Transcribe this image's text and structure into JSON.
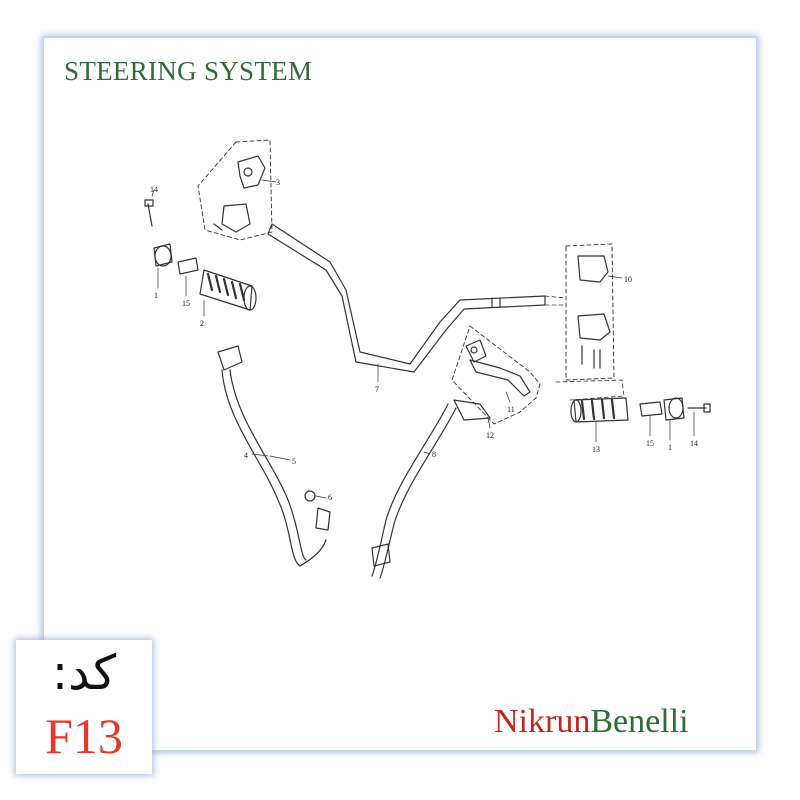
{
  "title": "STEERING SYSTEM",
  "code": {
    "label": "کد:",
    "value": "F13"
  },
  "brand": {
    "part1": "Nikrun",
    "part2": "Benelli",
    "colors": {
      "part1": "#c0281e",
      "part2": "#2f6b39"
    }
  },
  "callouts": {
    "c1_left": "1",
    "c1_right": "1",
    "c2": "2",
    "c3": "3",
    "c4": "4",
    "c5": "5",
    "c6": "6",
    "c7": "7",
    "c8": "8",
    "c10": "10",
    "c11": "11",
    "c12": "12",
    "c13": "13",
    "c14_left": "14",
    "c14_right": "14",
    "c15_left": "15",
    "c15_right": "15"
  }
}
